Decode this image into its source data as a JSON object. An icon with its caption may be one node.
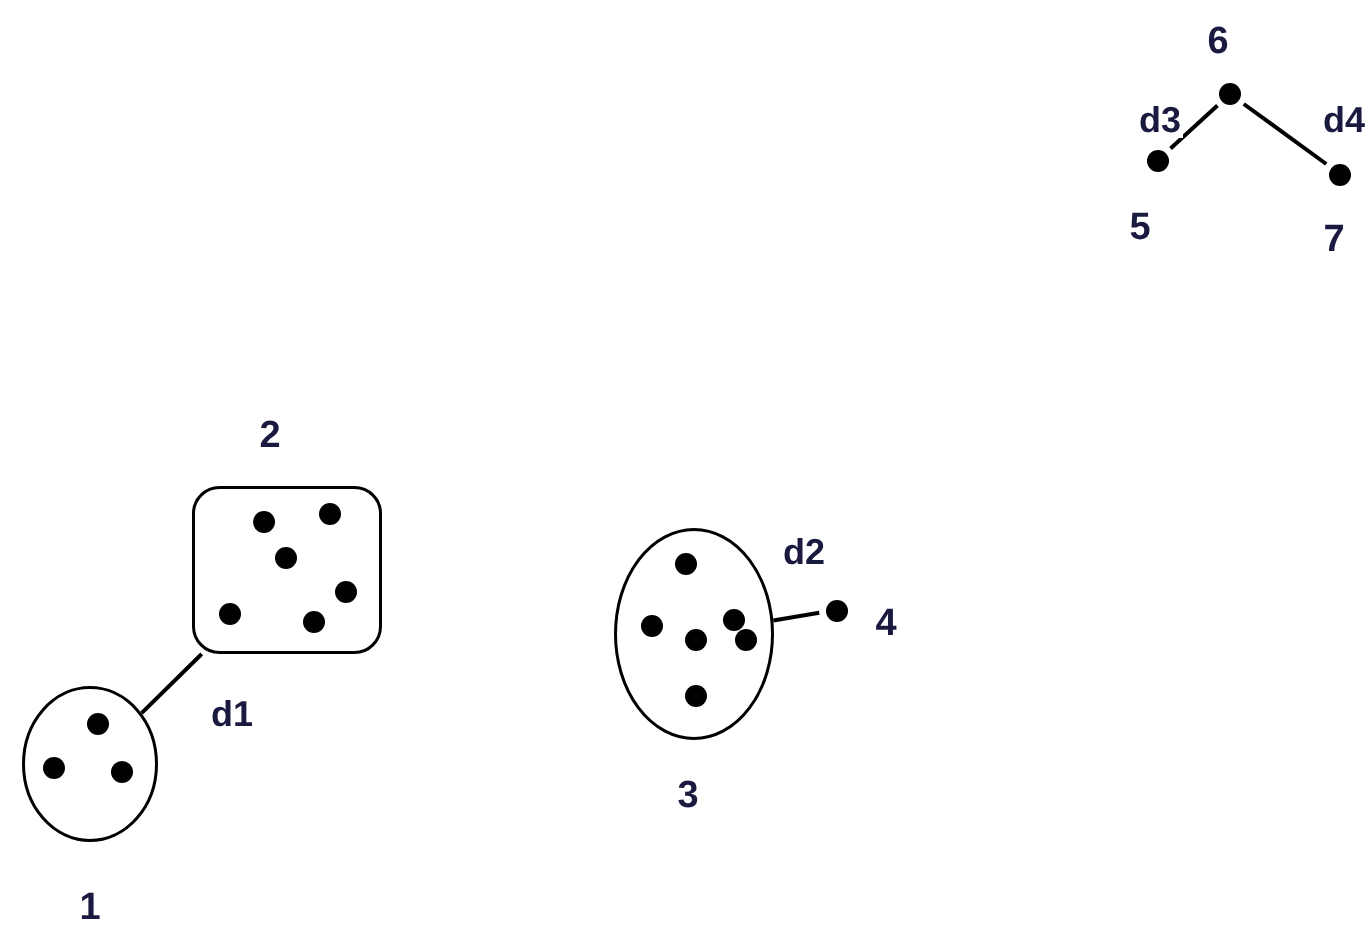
{
  "diagram": {
    "nodes": [
      {
        "text": [
          "1"
        ]
      },
      {
        "text": [
          "2"
        ]
      },
      {
        "text": [
          "3"
        ]
      },
      {
        "text": [
          "4"
        ]
      },
      {
        "text": [
          "5"
        ]
      },
      {
        "text": [
          "6"
        ]
      },
      {
        "text": [
          "7"
        ]
      }
    ],
    "edges": [
      {
        "from": 0,
        "to": 1,
        "arrow": "none",
        "label": "d1"
      },
      {
        "from": 2,
        "to": 3,
        "arrow": "none",
        "label": "d2"
      },
      {
        "from": 4,
        "to": 5,
        "arrow": "none",
        "label": "d3"
      },
      {
        "from": 5,
        "to": 6,
        "arrow": "none",
        "label": "d4"
      }
    ]
  }
}
